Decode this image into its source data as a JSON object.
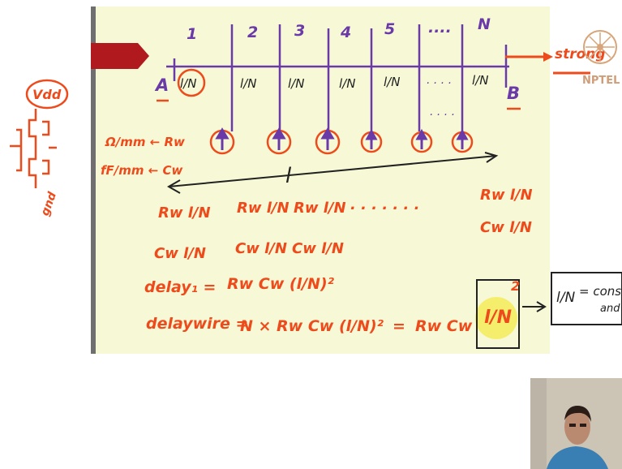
{
  "brand": {
    "watermark": "NPTEL"
  },
  "colors": {
    "slide_bg": "#f7f9d6",
    "ink_orange": "#ee4b1d",
    "ink_purple": "#6a3aa8",
    "ink_black": "#222222",
    "highlight": "#f5ec5a",
    "marker_red": "#b0191e"
  },
  "handwriting": {
    "segment_numbers": [
      "1",
      "2",
      "3",
      "4",
      "5",
      "....",
      "N"
    ],
    "node_a": "A",
    "node_b": "B",
    "segment_len": "l/N",
    "dots_mid": ". . . .",
    "dots_small": ". . . .",
    "strong": "strong",
    "left_vdd": "Vdd",
    "left_gnd": "gnd",
    "left_r_unit": "Ω/mm ← Rw",
    "left_c_unit": "fF/mm ← Cw",
    "total_length": "l",
    "row_r": [
      "Rw l/N",
      "Rw l/N",
      "Rw l/N",
      "Rw l/N"
    ],
    "row_dots": ". . . . . . .",
    "row_c": [
      "Cw l/N",
      "Cw l/N",
      "Cw l/N",
      "Cw l/N"
    ],
    "delay1_label": "delay₁ =",
    "delay1_expr": "Rw Cw (l/N)²",
    "delaywire_label": "delaywire =",
    "delaywire_expr": "N × Rw Cw (l/N)²",
    "equals": "=",
    "final_expr": "Rw Cw",
    "boxed_expr": "l/N",
    "boxed_exp": "2",
    "note": "= const",
    "note2": "and"
  }
}
